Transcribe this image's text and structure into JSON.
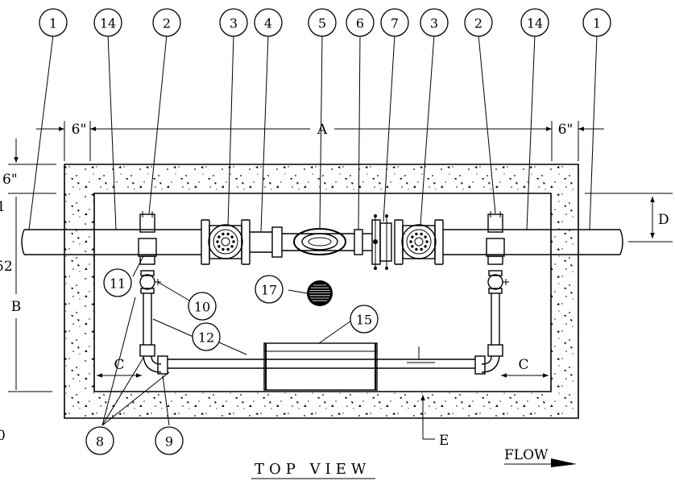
{
  "callouts": [
    {
      "id": "c1a",
      "label": "1"
    },
    {
      "id": "c14a",
      "label": "14"
    },
    {
      "id": "c2a",
      "label": "2"
    },
    {
      "id": "c3a",
      "label": "3"
    },
    {
      "id": "c4",
      "label": "4"
    },
    {
      "id": "c5",
      "label": "5"
    },
    {
      "id": "c6",
      "label": "6"
    },
    {
      "id": "c7",
      "label": "7"
    },
    {
      "id": "c3b",
      "label": "3"
    },
    {
      "id": "c2b",
      "label": "2"
    },
    {
      "id": "c14b",
      "label": "14"
    },
    {
      "id": "c1b",
      "label": "1"
    },
    {
      "id": "c11",
      "label": "11"
    },
    {
      "id": "c10",
      "label": "10"
    },
    {
      "id": "c12",
      "label": "12"
    },
    {
      "id": "c17",
      "label": "17"
    },
    {
      "id": "c15",
      "label": "15"
    },
    {
      "id": "c8",
      "label": "8"
    },
    {
      "id": "c9",
      "label": "9"
    }
  ],
  "dimensions": {
    "a": "A",
    "b": "B",
    "c_left": "C",
    "c_right": "C",
    "d": "D",
    "e": "E",
    "six_left": "6\"",
    "six_right": "6\"",
    "six_top": "6\""
  },
  "edge_fragments": {
    "left_top": "1",
    "left_mid": "52",
    "left_bottom": "0"
  },
  "view_title": "TOP VIEW",
  "flow_label": "FLOW"
}
